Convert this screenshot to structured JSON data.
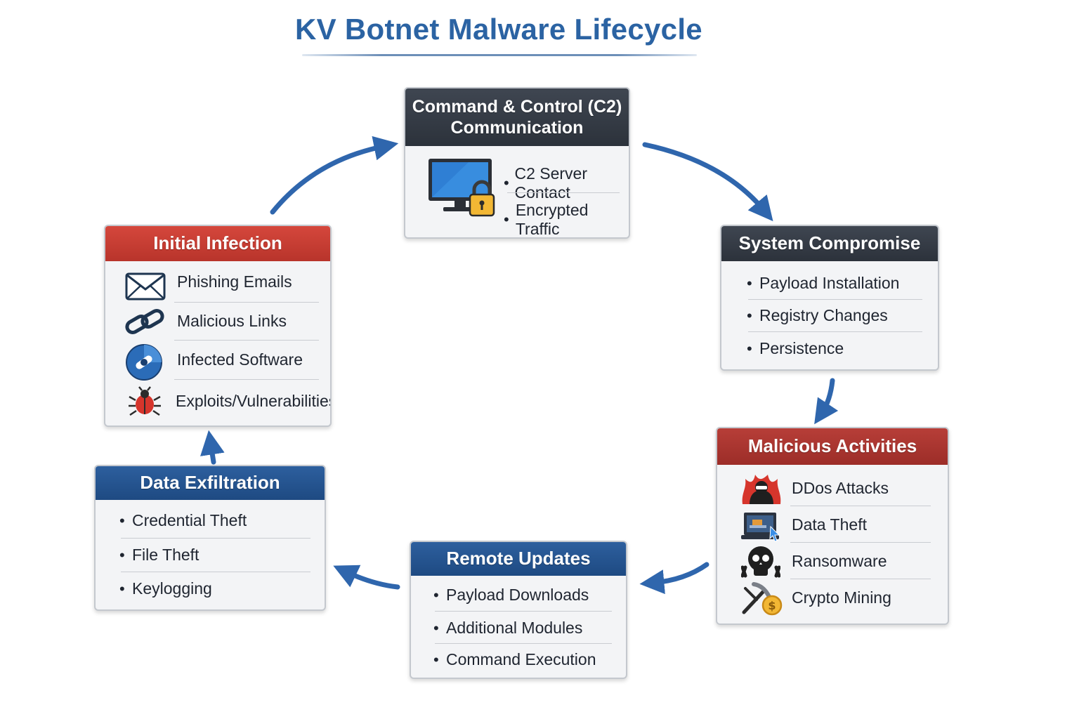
{
  "title": "KV Botnet Malware Lifecycle",
  "colors": {
    "title": "#2b63a3",
    "header_red": "#c63d33",
    "header_dark": "#343a44",
    "header_blue": "#24548f",
    "header_maroon": "#a8332d",
    "arrow": "#2f66ad"
  },
  "c2": {
    "title_line1": "Command & Control (C2)",
    "title_line2": "Communication",
    "icon": "monitor-lock-icon",
    "items": [
      "C2 Server Contact",
      "Encrypted Traffic"
    ]
  },
  "initial": {
    "title": "Initial Infection",
    "items": [
      {
        "label": "Phishing Emails",
        "icon": "envelope-icon"
      },
      {
        "label": "Malicious Links",
        "icon": "chain-link-icon"
      },
      {
        "label": "Infected Software",
        "icon": "infected-disc-icon"
      },
      {
        "label": "Exploits/Vulnerabilities",
        "icon": "bug-icon"
      }
    ]
  },
  "system": {
    "title": "System Compromise",
    "items": [
      "Payload Installation",
      "Registry Changes",
      "Persistence"
    ]
  },
  "malicious": {
    "title": "Malicious Activities",
    "items": [
      {
        "label": "DDos Attacks",
        "icon": "fire-hacker-icon"
      },
      {
        "label": "Data Theft",
        "icon": "laptop-theft-icon"
      },
      {
        "label": "Ransomware",
        "icon": "skull-icon"
      },
      {
        "label": "Crypto Mining",
        "icon": "pickaxe-coin-icon"
      }
    ]
  },
  "remote": {
    "title": "Remote Updates",
    "items": [
      "Payload Downloads",
      "Additional Modules",
      "Command Execution"
    ]
  },
  "exfil": {
    "title": "Data Exfiltration",
    "items": [
      "Credential Theft",
      "File Theft",
      "Keylogging"
    ]
  }
}
